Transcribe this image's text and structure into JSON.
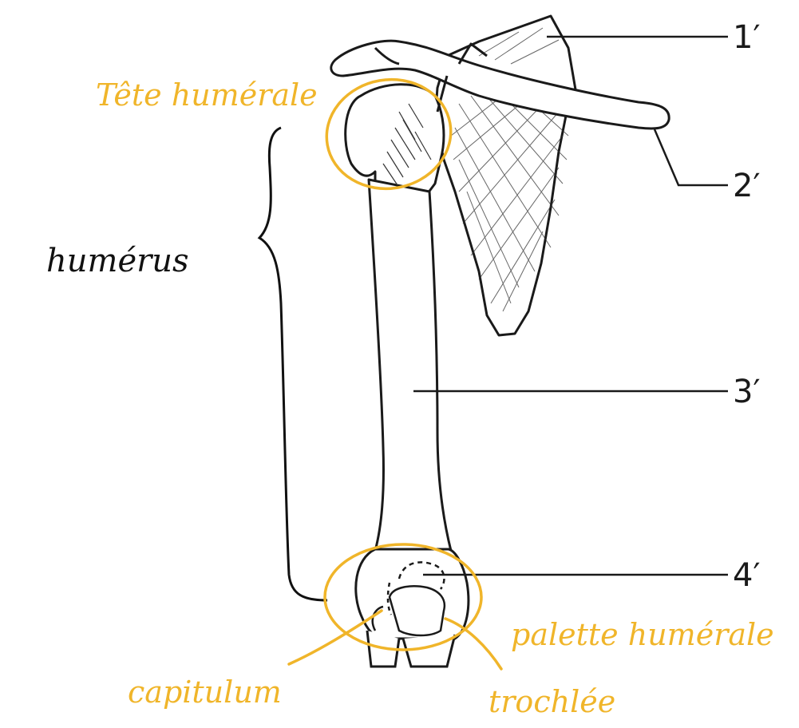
{
  "labels": {
    "n1": "1′",
    "n2": "2′",
    "n3": "3′",
    "n4": "4′"
  },
  "annotations": {
    "tete_humerale": "Tête humérale",
    "humerus": "humérus",
    "palette_humerale": "palette humérale",
    "capitulum": "capitulum",
    "trochlee": "trochlée"
  },
  "colors": {
    "annotation": "#f0b52a",
    "ink": "#111111",
    "background": "#ffffff"
  }
}
